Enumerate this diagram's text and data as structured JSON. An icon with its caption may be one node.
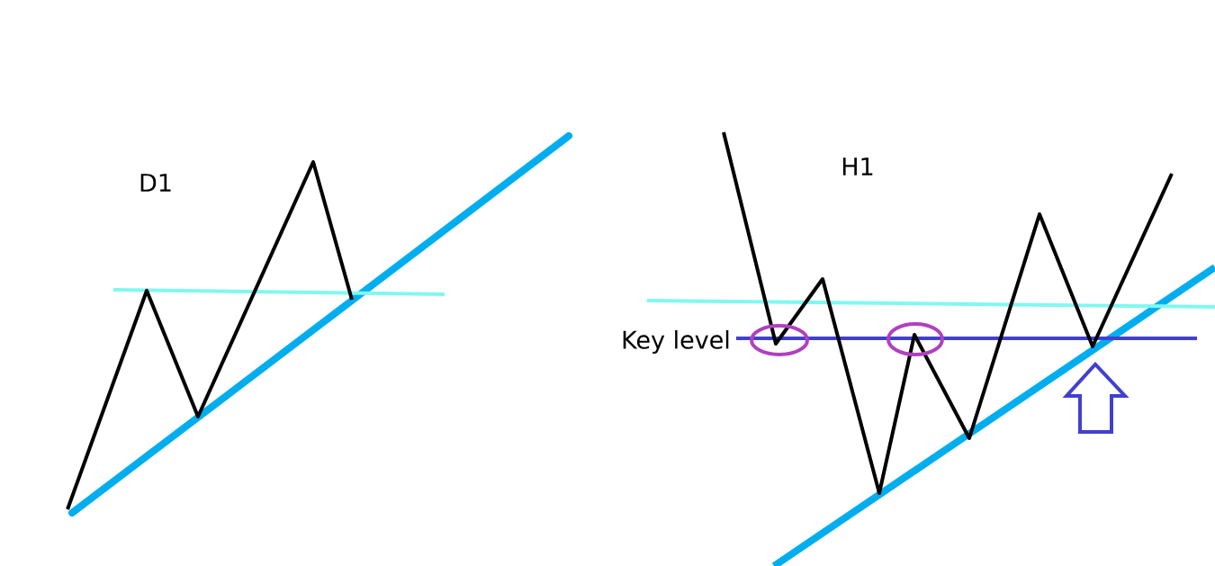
{
  "diagram": {
    "labels": [
      "D1",
      "H1",
      "Key level"
    ]
  }
}
